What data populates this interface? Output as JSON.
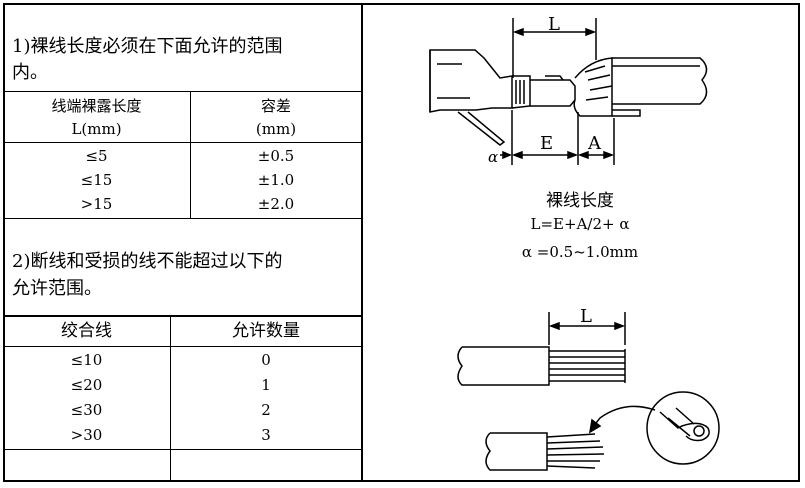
{
  "section1": {
    "heading_line1": "1)裸线长度必须在下面允许的范围",
    "heading_line2": "内。",
    "table": {
      "col1_header_line1": "线端裸露长度",
      "col1_header_line2": "L(mm)",
      "col2_header_line1": "容差",
      "col2_header_line2": "(mm)",
      "rows": [
        {
          "length": "≤5",
          "tolerance": "±0.5"
        },
        {
          "length": "≤15",
          "tolerance": "±1.0"
        },
        {
          "length": ">15",
          "tolerance": "±2.0"
        }
      ]
    }
  },
  "section2": {
    "heading_line1": "2)断线和受损的线不能超过以下的",
    "heading_line2": "允许范围。",
    "table": {
      "col1_header": "绞合线",
      "col2_header": "允许数量",
      "rows": [
        {
          "strand": "≤10",
          "allowed": "0"
        },
        {
          "strand": "≤20",
          "allowed": "1"
        },
        {
          "strand": "≤30",
          "allowed": "2"
        },
        {
          "strand": ">30",
          "allowed": "3"
        }
      ]
    }
  },
  "figure1": {
    "label_L": "L",
    "label_E": "E",
    "label_A": "A",
    "label_alpha": "α",
    "caption_title": "裸线长度",
    "caption_formula": "L=E+A/2+ α",
    "caption_alpha": "α =0.5~1.0mm"
  },
  "figure2": {
    "label_L": "L"
  }
}
